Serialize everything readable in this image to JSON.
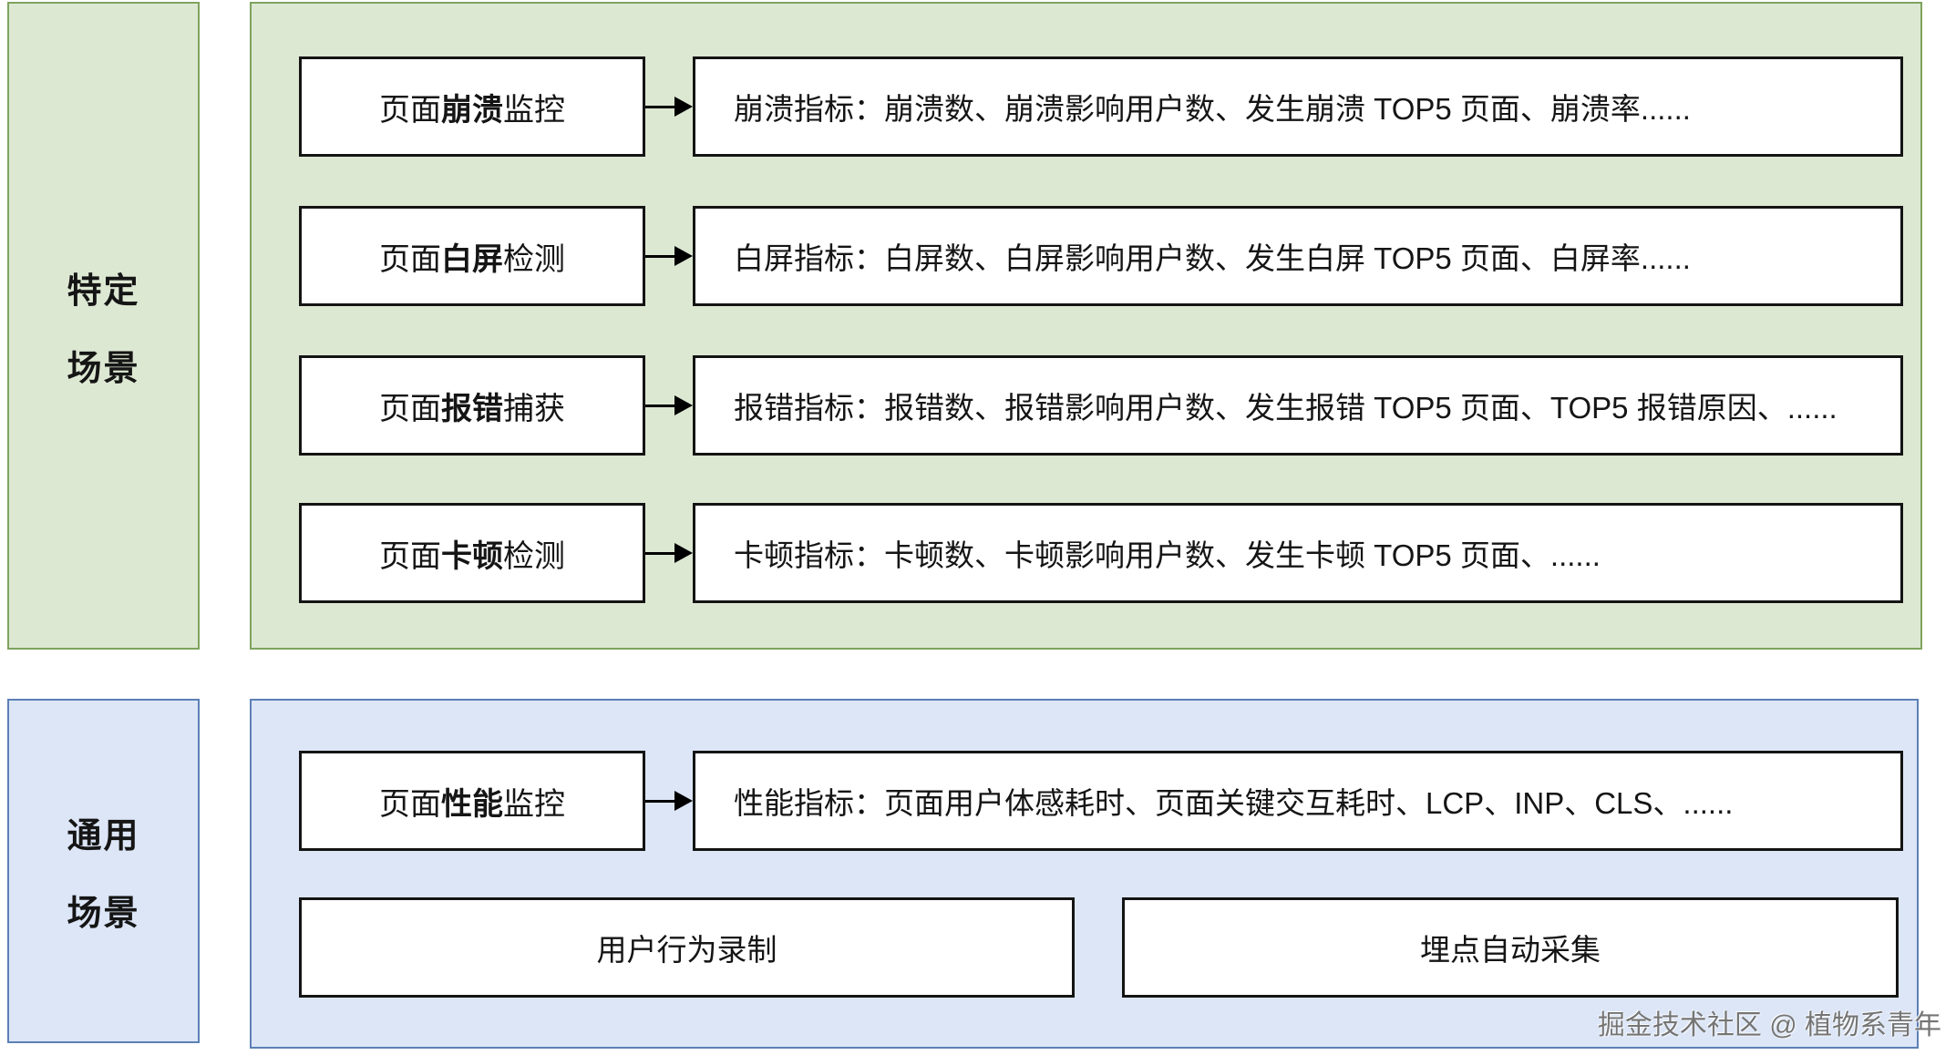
{
  "colors": {
    "green_fill": "#dde8d3",
    "green_border": "#7ea35e",
    "blue_fill": "#dce6f7",
    "blue_border": "#5d80b6",
    "box_border": "#141414"
  },
  "specific": {
    "label_lines": [
      "特定",
      "场景"
    ],
    "rows": [
      {
        "prefix": "页面",
        "em": "崩溃",
        "suffix": "监控",
        "detail": "崩溃指标：崩溃数、崩溃影响用户数、发生崩溃 TOP5 页面、崩溃率......"
      },
      {
        "prefix": "页面",
        "em": "白屏",
        "suffix": "检测",
        "detail": "白屏指标：白屏数、白屏影响用户数、发生白屏 TOP5 页面、白屏率......"
      },
      {
        "prefix": "页面",
        "em": "报错",
        "suffix": "捕获",
        "detail": "报错指标：报错数、报错影响用户数、发生报错 TOP5 页面、TOP5 报错原因、......"
      },
      {
        "prefix": "页面",
        "em": "卡顿",
        "suffix": "检测",
        "detail": "卡顿指标：卡顿数、卡顿影响用户数、发生卡顿 TOP5 页面、......"
      }
    ]
  },
  "general": {
    "label_lines": [
      "通用",
      "场景"
    ],
    "perf_row": {
      "prefix": "页面",
      "em": "性能",
      "suffix": "监控",
      "detail": "性能指标：页面用户体感耗时、页面关键交互耗时、LCP、INP、CLS、......"
    },
    "boxes": [
      "用户行为录制",
      "埋点自动采集"
    ]
  },
  "watermark": "掘金技术社区 @ 植物系青年"
}
